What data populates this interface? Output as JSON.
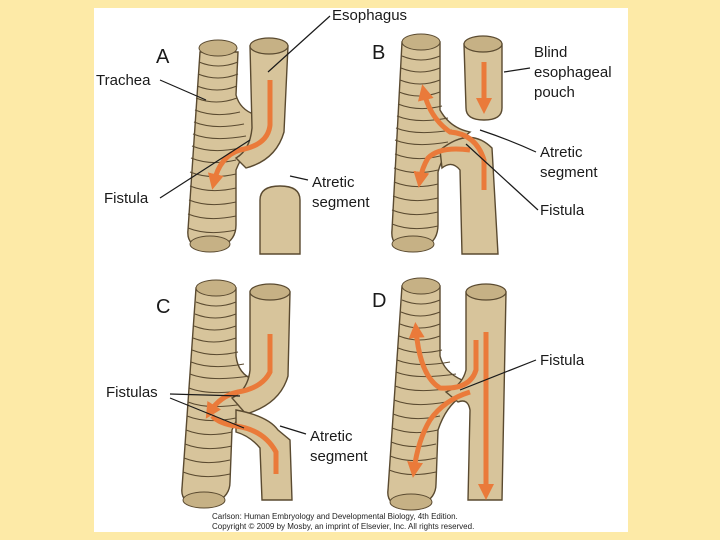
{
  "colors": {
    "page_background": "#fdeaa7",
    "panel_background": "#ffffff",
    "tube_fill": "#d7c49b",
    "tube_shadow": "#a8946a",
    "ring_fill": "#c6b185",
    "arrow": "#ea7a3a"
  },
  "panels": {
    "a": {
      "letter": "A",
      "labels": {
        "esophagus": "Esophagus",
        "trachea": "Trachea",
        "fistula": "Fistula",
        "atretic_line1": "Atretic",
        "atretic_line2": "segment"
      }
    },
    "b": {
      "letter": "B",
      "labels": {
        "blind_line1": "Blind",
        "blind_line2": "esophageal",
        "blind_line3": "pouch",
        "atretic_line1": "Atretic",
        "atretic_line2": "segment",
        "fistula": "Fistula"
      }
    },
    "c": {
      "letter": "C",
      "labels": {
        "fistulas": "Fistulas",
        "atretic_line1": "Atretic",
        "atretic_line2": "segment"
      }
    },
    "d": {
      "letter": "D",
      "labels": {
        "fistula": "Fistula"
      }
    }
  },
  "credit": {
    "line1": "Carlson: Human Embryology and Developmental Biology, 4th Edition.",
    "line2": "Copyright © 2009 by Mosby, an imprint of Elsevier, Inc. All rights reserved."
  }
}
